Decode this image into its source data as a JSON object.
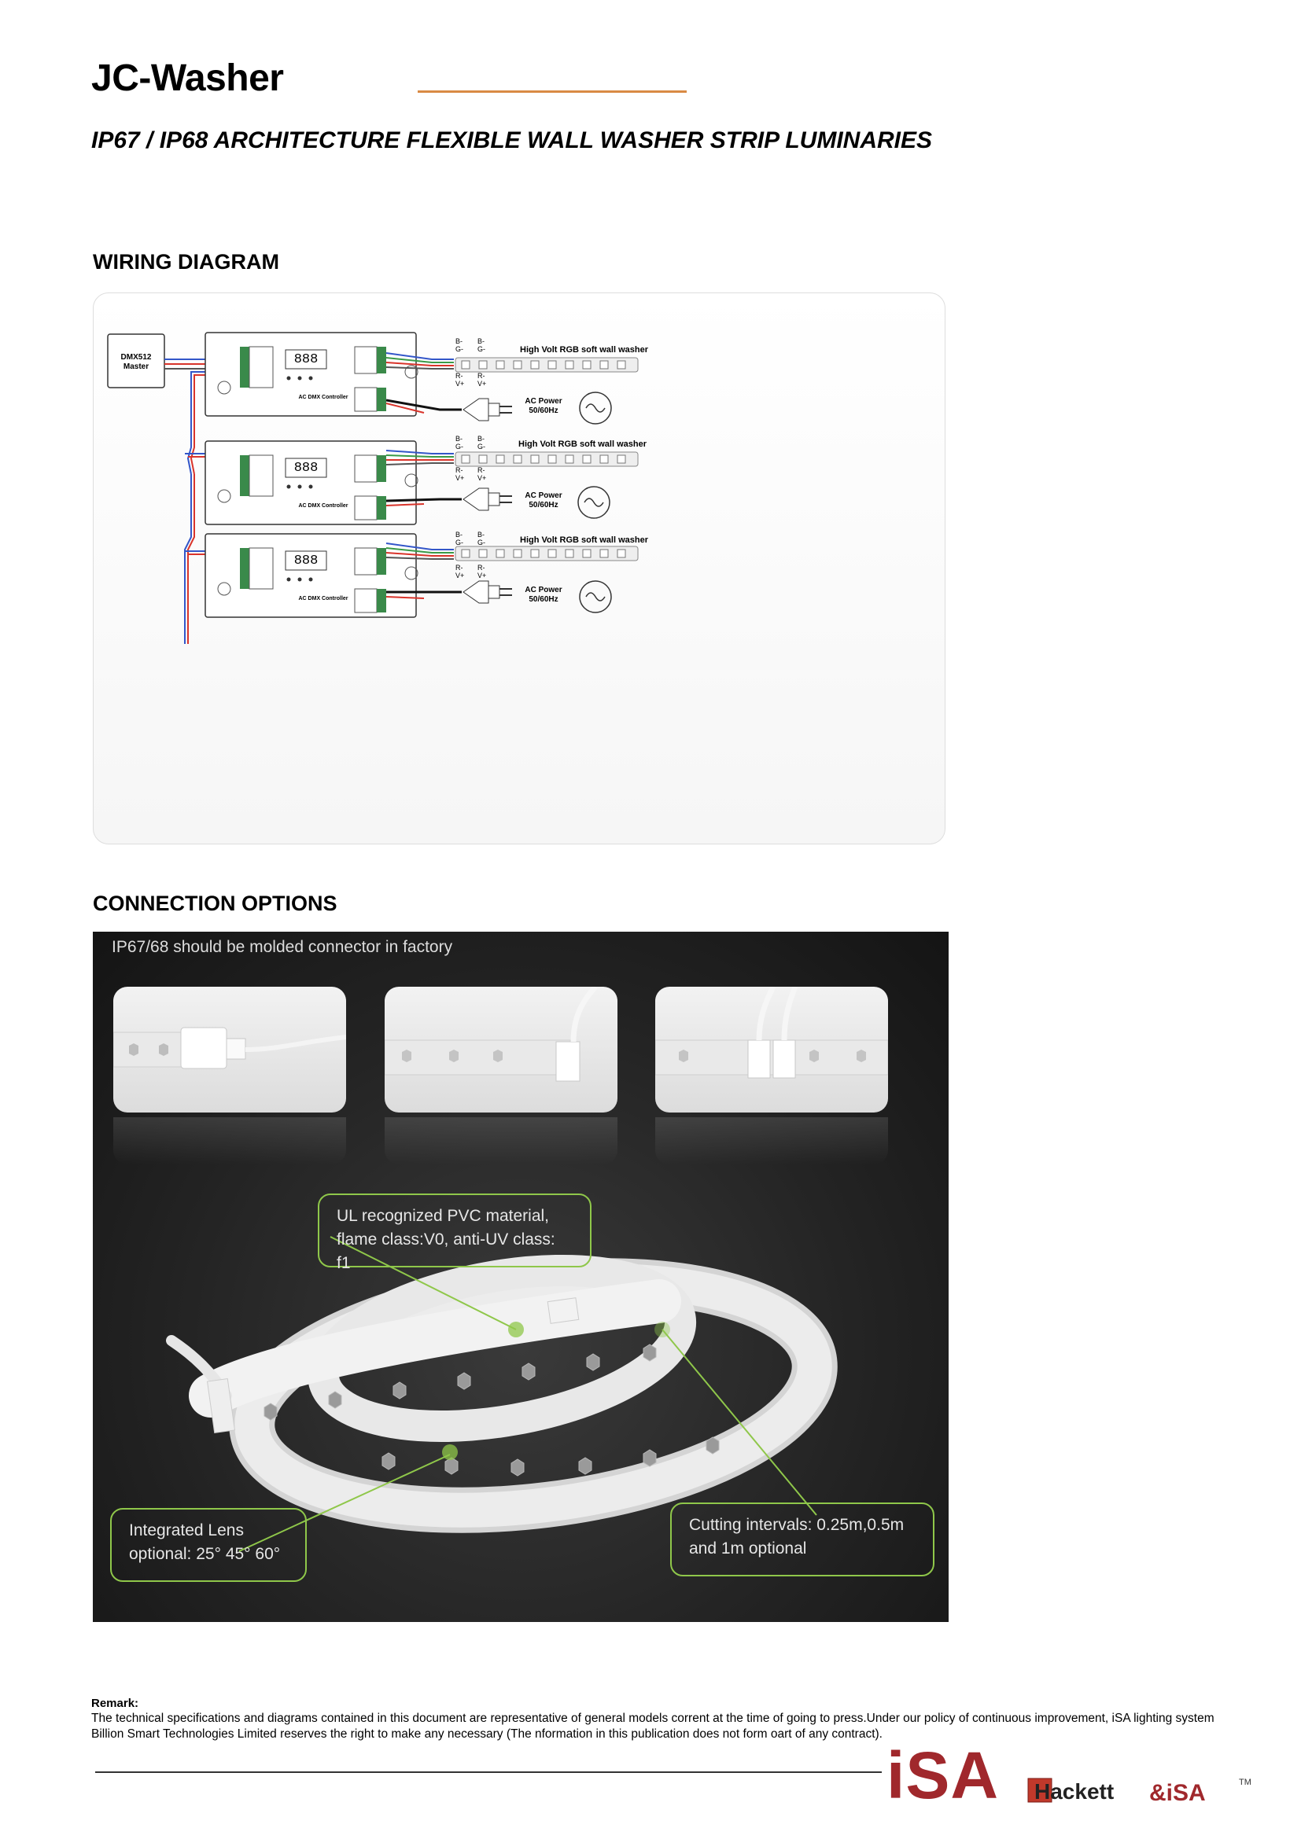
{
  "header": {
    "title": "JC-Washer",
    "subtitle": "IP67 / IP68 ARCHITECTURE FLEXIBLE WALL WASHER STRIP LUMINARIES",
    "accent_color": "#d98a44"
  },
  "wiring": {
    "heading": "WIRING DIAGRAM",
    "master_label_1": "DMX512",
    "master_label_2": "Master",
    "display": "888",
    "controller_label": "AC DMX Controller",
    "strip_title": "High Volt RGB soft wall washer",
    "power_label_1": "AC Power",
    "power_label_2": "50/60Hz",
    "pins_top": [
      "B-",
      "G-"
    ],
    "pins_bottom": [
      "R-",
      "V+"
    ],
    "wire_colors": {
      "red": "#d9342b",
      "blue": "#3356c9",
      "green": "#3a9a47",
      "black": "#111111"
    }
  },
  "connection": {
    "heading": "CONNECTION OPTIONS",
    "note": "IP67/68 should be molded connector in factory",
    "callouts": {
      "material_1": "UL recognized PVC material,",
      "material_2": "flame class:V0, anti-UV class: f1",
      "lens_1": "Integrated Lens",
      "lens_2": "optional: 25° 45° 60°",
      "cut_1": "Cutting intervals: 0.25m,0.5m",
      "cut_2": "and 1m optional"
    },
    "callout_color": "#8fc74a"
  },
  "remark": {
    "label": "Remark:",
    "text": "The technical specifications and diagrams contained in this document are representative of general models corrent at the time of going to press.Under our policy of continuous improvement, iSA lighting system Billion Smart Technologies Limited reserves the right to make any necessary (The nformation in this publication does not form oart of any contract)."
  },
  "footer": {
    "logo_isa": "iSA",
    "logo_hackett": "Hackett",
    "logo_and_isa": "&iSA",
    "trademark": "TM",
    "brand_color": "#a0282c"
  }
}
